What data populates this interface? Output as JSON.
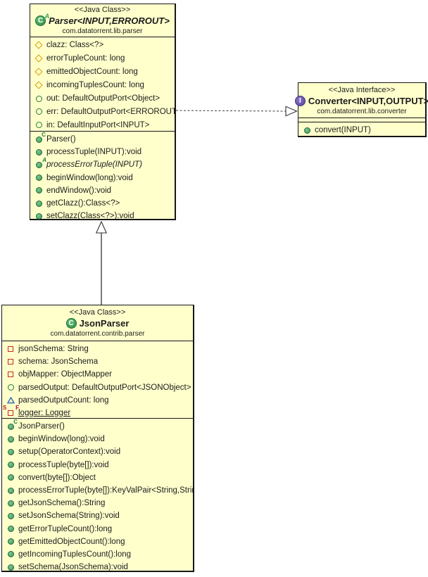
{
  "diagram": {
    "colors": {
      "box_fill": "#FFFFCC",
      "border": "#161616",
      "class_icon_green": "#2e8b44",
      "interface_icon_purple": "#5a449e",
      "method_icon_green": "#3f9a58",
      "protected_diamond_gold": "#dd9a00",
      "private_square_red": "#c22a21",
      "package_triangle_blue": "#3e6fb2"
    },
    "classes": [
      {
        "id": "parser",
        "stereotype": "<<Java Class>>",
        "kind": "class",
        "abstract": true,
        "name": "Parser<INPUT,ERROROUT>",
        "package": "com.datatorrent.lib.parser",
        "fields": [
          {
            "icon": "protected-field",
            "text": "clazz: Class<?>"
          },
          {
            "icon": "protected-field",
            "text": "errorTupleCount: long"
          },
          {
            "icon": "protected-field",
            "text": "emittedObjectCount: long"
          },
          {
            "icon": "protected-field",
            "text": "incomingTuplesCount: long"
          },
          {
            "icon": "public-field",
            "text": "out: DefaultOutputPort<Object>"
          },
          {
            "icon": "public-field",
            "text": "err: DefaultOutputPort<ERROROUT>"
          },
          {
            "icon": "public-field",
            "text": "in: DefaultInputPort<INPUT>"
          }
        ],
        "methods": [
          {
            "icon": "public-method",
            "decorators": [
              "constructor"
            ],
            "text": "Parser()"
          },
          {
            "icon": "public-method",
            "text": "processTuple(INPUT):void"
          },
          {
            "icon": "public-method",
            "decorators": [
              "abstract"
            ],
            "italic": true,
            "text": "processErrorTuple(INPUT)"
          },
          {
            "icon": "public-method",
            "text": "beginWindow(long):void"
          },
          {
            "icon": "public-method",
            "text": "endWindow():void"
          },
          {
            "icon": "public-method",
            "text": "getClazz():Class<?>"
          },
          {
            "icon": "public-method",
            "text": "setClazz(Class<?>):void"
          }
        ]
      },
      {
        "id": "converter",
        "stereotype": "<<Java Interface>>",
        "kind": "interface",
        "abstract": false,
        "name": "Converter<INPUT,OUTPUT>",
        "package": "com.datatorrent.lib.converter",
        "fields": [],
        "methods": [
          {
            "icon": "public-method",
            "text": "convert(INPUT)"
          }
        ]
      },
      {
        "id": "jsonparser",
        "stereotype": "<<Java Class>>",
        "kind": "class",
        "abstract": false,
        "name": "JsonParser",
        "package": "com.datatorrent.contrib.parser",
        "fields": [
          {
            "icon": "private-field",
            "text": "jsonSchema: String"
          },
          {
            "icon": "private-field",
            "text": "schema: JsonSchema"
          },
          {
            "icon": "private-field",
            "text": "objMapper: ObjectMapper"
          },
          {
            "icon": "public-field",
            "text": "parsedOutput: DefaultOutputPort<JSONObject>"
          },
          {
            "icon": "package-field",
            "text": "parsedOutputCount: long"
          },
          {
            "icon": "private-field",
            "decorators": [
              "static",
              "final"
            ],
            "underline": true,
            "text": "logger: Logger"
          }
        ],
        "methods": [
          {
            "icon": "public-method",
            "decorators": [
              "constructor"
            ],
            "text": "JsonParser()"
          },
          {
            "icon": "public-method",
            "text": "beginWindow(long):void"
          },
          {
            "icon": "public-method",
            "text": "setup(OperatorContext):void"
          },
          {
            "icon": "public-method",
            "text": "processTuple(byte[]):void"
          },
          {
            "icon": "public-method",
            "text": "convert(byte[]):Object"
          },
          {
            "icon": "public-method",
            "text": "processErrorTuple(byte[]):KeyValPair<String,String>"
          },
          {
            "icon": "public-method",
            "text": "getJsonSchema():String"
          },
          {
            "icon": "public-method",
            "text": "setJsonSchema(String):void"
          },
          {
            "icon": "public-method",
            "text": "getErrorTupleCount():long"
          },
          {
            "icon": "public-method",
            "text": "getEmittedObjectCount():long"
          },
          {
            "icon": "public-method",
            "text": "getIncomingTuplesCount():long"
          },
          {
            "icon": "public-method",
            "text": "setSchema(JsonSchema):void"
          }
        ]
      }
    ],
    "connections": [
      {
        "type": "realization",
        "from": "Parser<INPUT,ERROROUT>",
        "to": "Converter<INPUT,OUTPUT>",
        "style": "dashed-hollow-triangle"
      },
      {
        "type": "generalization",
        "from": "JsonParser",
        "to": "Parser<INPUT,ERROROUT>",
        "style": "solid-hollow-triangle"
      }
    ]
  }
}
